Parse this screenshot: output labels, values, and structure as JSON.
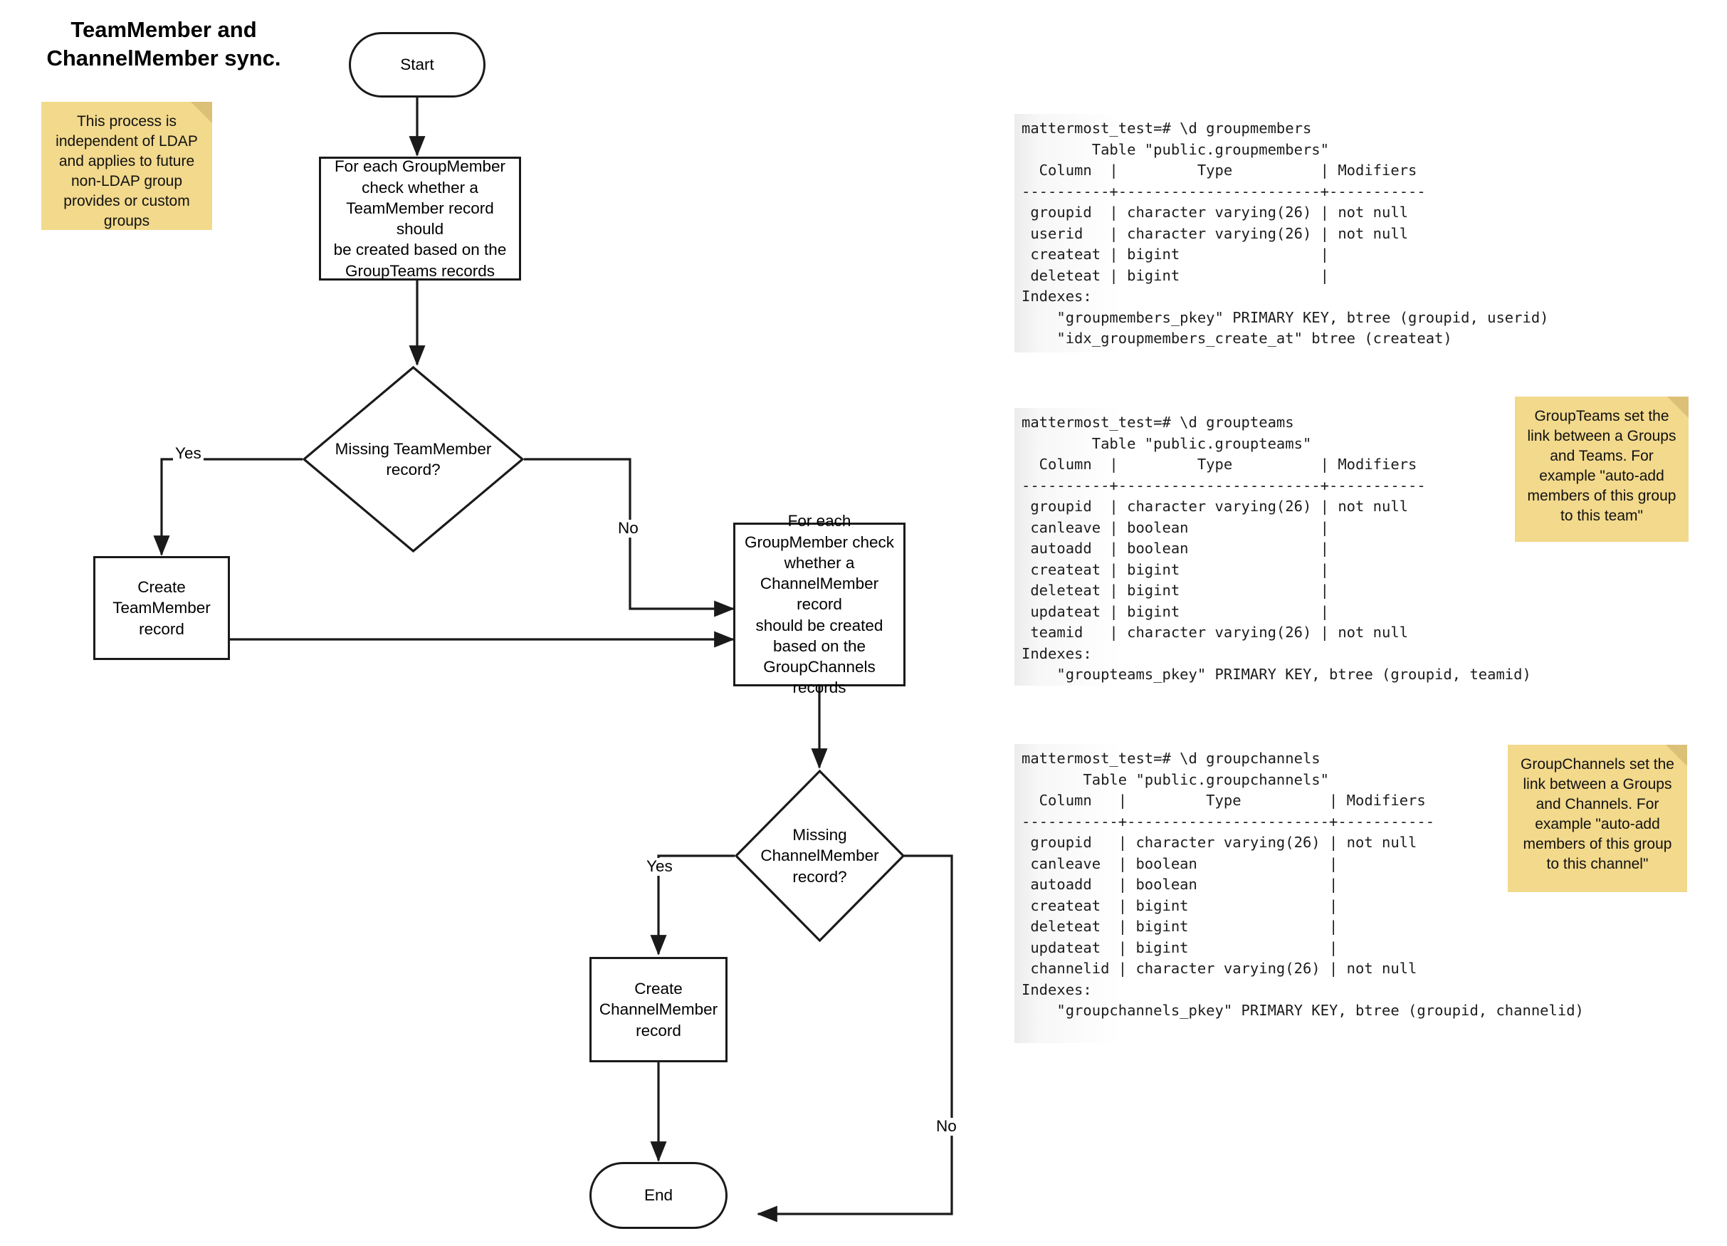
{
  "diagram": {
    "title": "TeamMember and\nChannelMember sync.",
    "nodes": {
      "start": "Start",
      "process_teammember": "For each GroupMember\ncheck whether a\nTeamMember record should\nbe created based on the\nGroupTeams records",
      "decision_teammember": "Missing TeamMember\nrecord?",
      "create_teammember": "Create\nTeamMember\nrecord",
      "process_channelmember": "For each\nGroupMember check\nwhether a\nChannelMember record\nshould be created\nbased on the\nGroupChannels\nrecords",
      "decision_channelmember": "Missing\nChannelMember\nrecord?",
      "create_channelmember": "Create\nChannelMember\nrecord",
      "end": "End"
    },
    "edge_labels": {
      "teammember_yes": "Yes",
      "teammember_no": "No",
      "channelmember_yes": "Yes",
      "channelmember_no": "No"
    }
  },
  "notes": {
    "ldap": "This process is\nindependent of LDAP\nand applies to future\nnon-LDAP group\nprovides or custom\ngroups",
    "groupteams": "GroupTeams set the\nlink between a Groups\nand Teams. For\nexample \"auto-add\nmembers of this group\nto this team\"",
    "groupchannels": "GroupChannels set the\nlink between a Groups\nand Channels. For\nexample \"auto-add\nmembers of this group\nto this channel\""
  },
  "sql_blocks": {
    "groupmembers": "mattermost_test=# \\d groupmembers\n        Table \"public.groupmembers\"\n  Column  |         Type          | Modifiers\n----------+-----------------------+-----------\n groupid  | character varying(26) | not null\n userid   | character varying(26) | not null\n createat | bigint                |\n deleteat | bigint                |\nIndexes:\n    \"groupmembers_pkey\" PRIMARY KEY, btree (groupid, userid)\n    \"idx_groupmembers_create_at\" btree (createat)",
    "groupteams": "mattermost_test=# \\d groupteams\n        Table \"public.groupteams\"\n  Column  |         Type          | Modifiers\n----------+-----------------------+-----------\n groupid  | character varying(26) | not null\n canleave | boolean               |\n autoadd  | boolean               |\n createat | bigint                |\n deleteat | bigint                |\n updateat | bigint                |\n teamid   | character varying(26) | not null\nIndexes:\n    \"groupteams_pkey\" PRIMARY KEY, btree (groupid, teamid)",
    "groupchannels": "mattermost_test=# \\d groupchannels\n       Table \"public.groupchannels\"\n  Column   |         Type          | Modifiers\n-----------+-----------------------+-----------\n groupid   | character varying(26) | not null\n canleave  | boolean               |\n autoadd   | boolean               |\n createat  | bigint                |\n deleteat  | bigint                |\n updateat  | bigint                |\n channelid | character varying(26) | not null\nIndexes:\n    \"groupchannels_pkey\" PRIMARY KEY, btree (groupid, channelid)"
  },
  "colors": {
    "note_fill": "#f2d98c",
    "note_fold": "#dcc077",
    "stroke": "#1a1a1a",
    "sql_bg_left": "#ececec"
  }
}
